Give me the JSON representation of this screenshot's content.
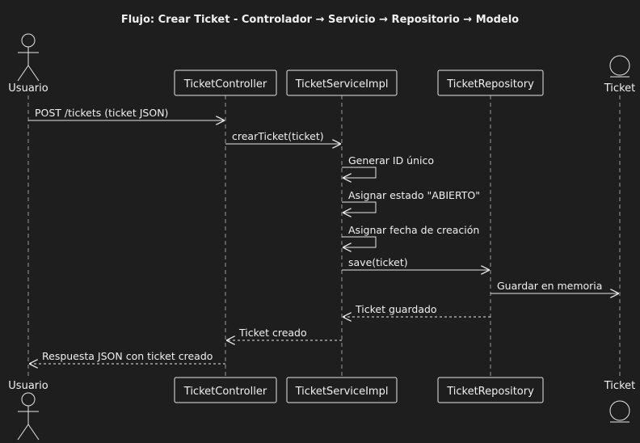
{
  "title": "Flujo: Crear Ticket - Controlador → Servicio → Repositorio → Modelo",
  "colors": {
    "background": "#1e1e1e",
    "line": "#e6e6e6",
    "box_fill": "#1e1e1e",
    "text": "#f0f0f0"
  },
  "participants": [
    {
      "id": "usuario",
      "label": "Usuario",
      "kind": "actor"
    },
    {
      "id": "controller",
      "label": "TicketController",
      "kind": "box"
    },
    {
      "id": "service",
      "label": "TicketServiceImpl",
      "kind": "box"
    },
    {
      "id": "repository",
      "label": "TicketRepository",
      "kind": "box"
    },
    {
      "id": "ticket",
      "label": "Ticket",
      "kind": "entity"
    }
  ],
  "messages": [
    {
      "from": "usuario",
      "to": "controller",
      "label": "POST /tickets (ticket JSON)",
      "style": "solid"
    },
    {
      "from": "controller",
      "to": "service",
      "label": "crearTicket(ticket)",
      "style": "solid"
    },
    {
      "from": "service",
      "to": "service",
      "label": "Generar ID único",
      "style": "solid"
    },
    {
      "from": "service",
      "to": "service",
      "label": "Asignar estado \"ABIERTO\"",
      "style": "solid"
    },
    {
      "from": "service",
      "to": "service",
      "label": "Asignar fecha de creación",
      "style": "solid"
    },
    {
      "from": "service",
      "to": "repository",
      "label": "save(ticket)",
      "style": "solid"
    },
    {
      "from": "repository",
      "to": "ticket",
      "label": "Guardar en memoria",
      "style": "solid"
    },
    {
      "from": "repository",
      "to": "service",
      "label": "Ticket guardado",
      "style": "dashed"
    },
    {
      "from": "service",
      "to": "controller",
      "label": "Ticket creado",
      "style": "dashed"
    },
    {
      "from": "controller",
      "to": "usuario",
      "label": "Respuesta JSON con ticket creado",
      "style": "dashed"
    }
  ]
}
